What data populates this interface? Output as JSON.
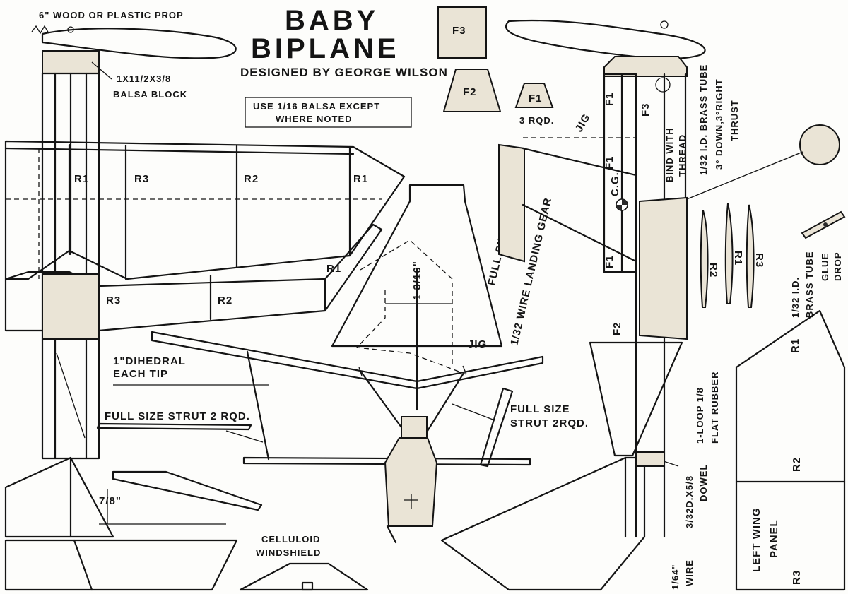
{
  "title": {
    "line1": "BABY",
    "line2": "BIPLANE",
    "designer": "DESIGNED BY GEORGE WILSON"
  },
  "notes": {
    "prop": "6\" WOOD OR PLASTIC PROP",
    "balsa_block_1": "1X11/2X3/8",
    "balsa_block_2": "BALSA BLOCK",
    "use_balsa_1": "USE 1/16 BALSA EXCEPT",
    "use_balsa_2": "WHERE NOTED",
    "f1_qty": "3 RQD.",
    "jig": "JIG",
    "jig2": "JIG",
    "landing_gear": "1/32 WIRE LANDING GEAR",
    "full_size": "FULL SIZE",
    "gear_dim": "1 3/16\"",
    "dihedral_1": "1\"DIHEDRAL",
    "dihedral_2": "EACH TIP",
    "strut_left": "FULL SIZE STRUT  2 RQD.",
    "strut_right_1": "FULL SIZE",
    "strut_right_2": "STRUT 2RQD.",
    "gap_dim": "7/8\"",
    "windshield_1": "CELLULOID",
    "windshield_2": "WINDSHIELD",
    "brass_tube_1": "1/32 I.D. BRASS TUBE",
    "brass_tube_2": "3° DOWN,3°RIGHT",
    "brass_tube_3": "THRUST",
    "bind_1": "BIND WITH",
    "bind_2": "THREAD",
    "cg": "C.G.",
    "brass_tube_small_1": "1/32 I.D.",
    "brass_tube_small_2": "BRASS TUBE",
    "glue_1": "GLUE",
    "glue_2": "DROP",
    "rubber_1": "1-LOOP 1/8",
    "rubber_2": "FLAT RUBBER",
    "dowel_1": "3/32D.X5/8",
    "dowel_2": "DOWEL",
    "wire_1": "1/64\"",
    "wire_2": "WIRE",
    "left_wing_1": "LEFT WING",
    "left_wing_2": "PANEL"
  },
  "parts": {
    "f1": "F1",
    "f2": "F2",
    "f3": "F3",
    "r1": "R1",
    "r2": "R2",
    "r3": "R3"
  }
}
